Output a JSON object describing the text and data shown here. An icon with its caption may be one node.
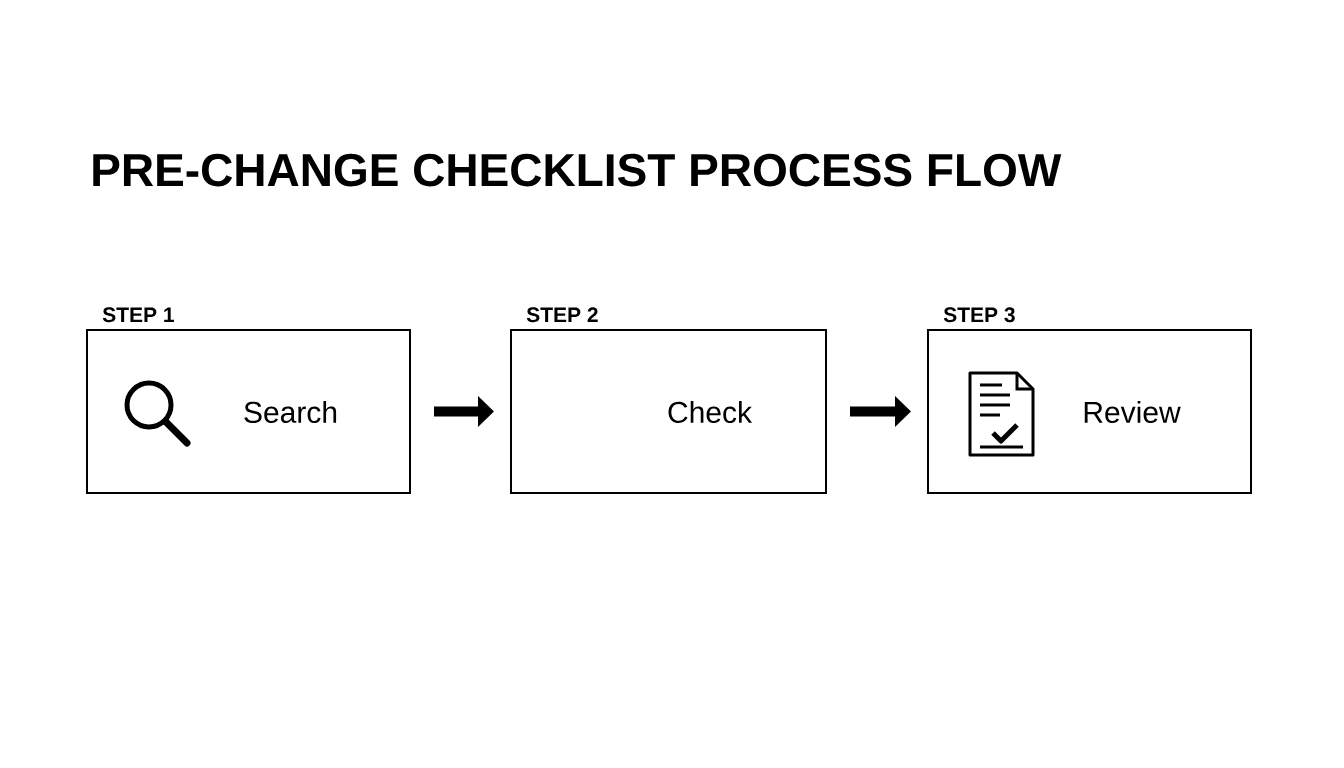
{
  "diagram": {
    "title": "PRE-CHANGE CHECKLIST PROCESS FLOW",
    "nodes": [
      {
        "text": [
          "STEP 1",
          "Search"
        ]
      },
      {
        "text": [
          "STEP 2",
          "Check"
        ]
      },
      {
        "text": [
          "STEP 3",
          "Review"
        ]
      }
    ],
    "edges": [
      {
        "from": 0,
        "to": 1,
        "arrow": "to"
      },
      {
        "from": 1,
        "to": 2,
        "arrow": "to"
      }
    ]
  }
}
